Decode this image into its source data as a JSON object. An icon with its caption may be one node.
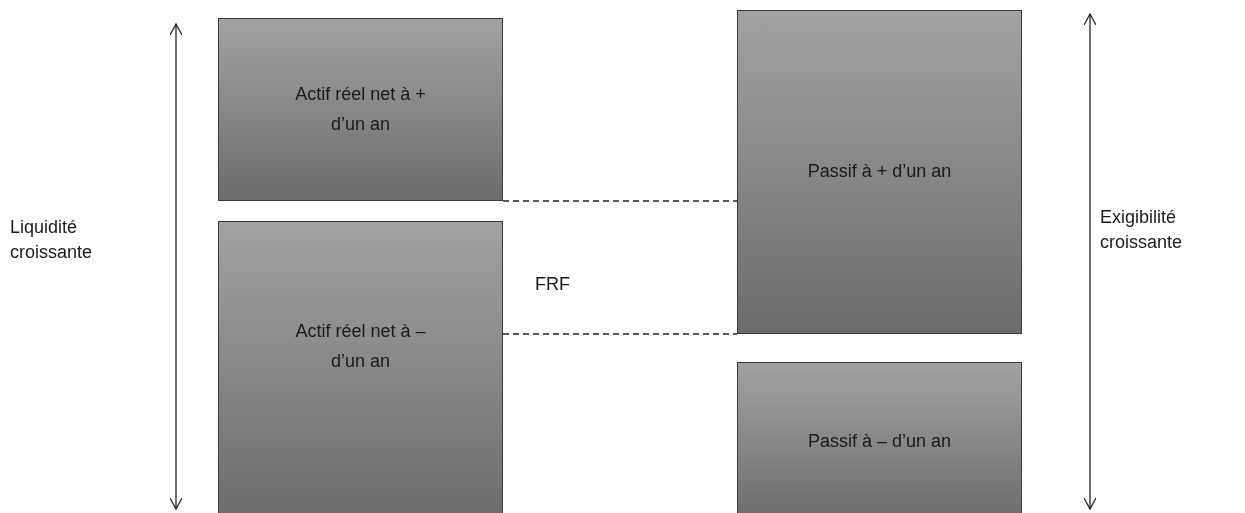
{
  "diagram": {
    "nodes": [
      {
        "text": [
          "Actif réel net à + d’un an"
        ]
      },
      {
        "text": [
          "Actif réel net à – d’un an"
        ]
      },
      {
        "text": [
          "Passif à + d’un an"
        ]
      },
      {
        "text": [
          "Passif à – d’un an"
        ]
      }
    ],
    "edges": [
      {
        "from": 0,
        "to": 2,
        "arrow": "none",
        "style": "dashed"
      },
      {
        "from": 1,
        "to": 2,
        "arrow": "none",
        "style": "dashed"
      }
    ],
    "labels": [
      "Liquidité croissante",
      "FRF",
      "Exigibilité croissante"
    ]
  }
}
